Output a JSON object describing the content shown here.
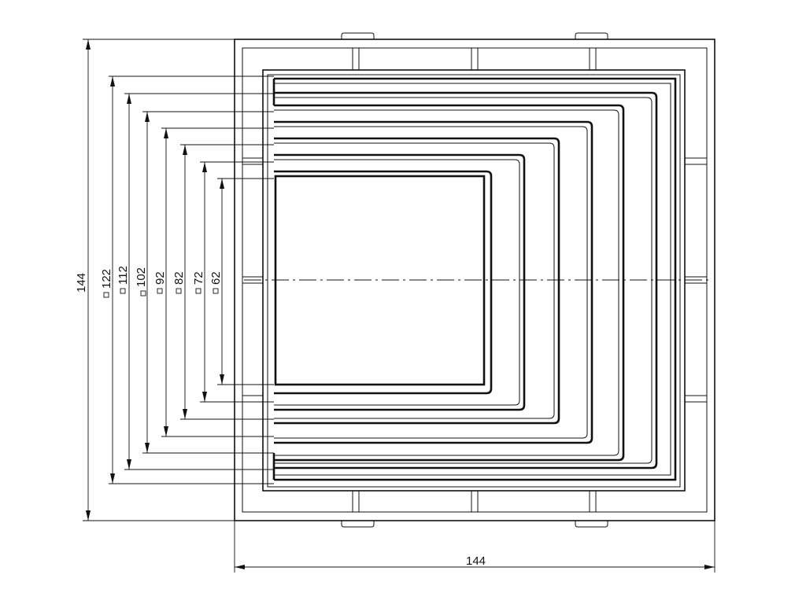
{
  "drawing": {
    "overall_width_label": "144",
    "overall_height_label": "144",
    "square_sizes": [
      "122",
      "112",
      "102",
      "92",
      "82",
      "72",
      "62"
    ]
  }
}
